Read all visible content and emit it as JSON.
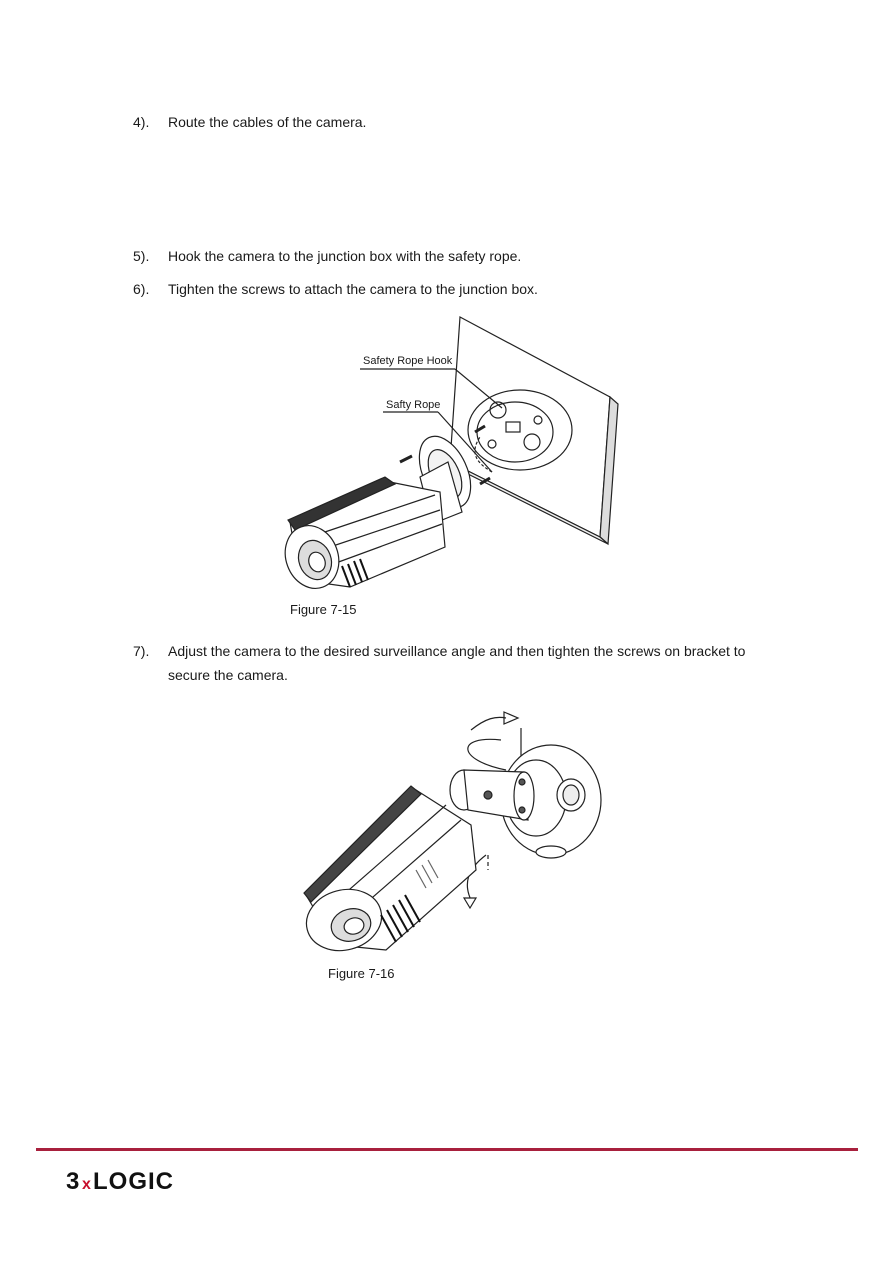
{
  "steps": [
    {
      "number": "4).",
      "text": "Route the cables of the camera."
    },
    {
      "number": "5).",
      "text": "Hook the camera to the junction box with the safety rope."
    },
    {
      "number": "6).",
      "text": "Tighten the screws to attach the camera to the junction box."
    },
    {
      "number": "7).",
      "text": "Adjust the camera to the desired surveillance angle and then tighten the screws on bracket to secure the camera."
    }
  ],
  "figure_15": {
    "caption": "Figure 7-15",
    "labels": {
      "hook": "Safety Rope Hook",
      "rope": "Safty Rope"
    }
  },
  "figure_16": {
    "caption": "Figure 7-16"
  },
  "footer": {
    "brand_parts": [
      "3",
      "x",
      "LOGIC"
    ],
    "rule_color": "#a8203d",
    "x_color": "#c8102e"
  }
}
